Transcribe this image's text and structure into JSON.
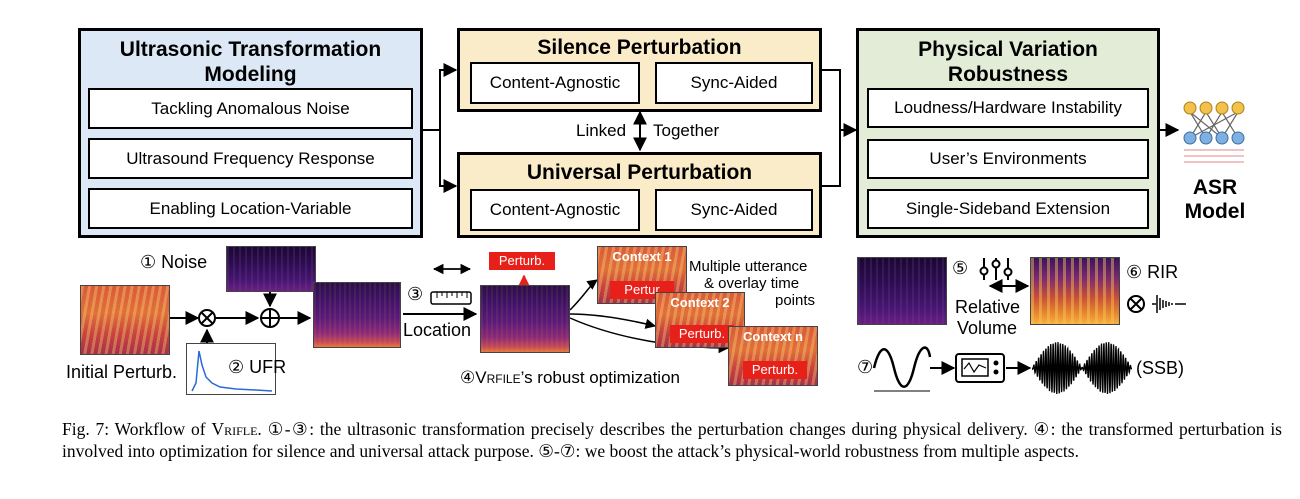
{
  "panels": {
    "utm": {
      "title": "Ultrasonic Transformation Modeling",
      "items": [
        "Tackling Anomalous Noise",
        "Ultrasound Frequency Response",
        "Enabling Location-Variable"
      ]
    },
    "silence": {
      "title": "Silence Perturbation",
      "items": [
        "Content-Agnostic",
        "Sync-Aided"
      ]
    },
    "linked_left": "Linked",
    "linked_right": "Together",
    "universal": {
      "title": "Universal Perturbation",
      "items": [
        "Content-Agnostic",
        "Sync-Aided"
      ]
    },
    "pvr": {
      "title": "Physical Variation Robustness",
      "items": [
        "Loudness/Hardware Instability",
        "User’s Environments",
        "Single-Sideband Extension"
      ]
    },
    "asr": "ASR Model"
  },
  "workflow": {
    "noise": "① Noise",
    "ufr": "② UFR",
    "initial": "Initial Perturb.",
    "location_num": "③",
    "location": "Location",
    "perturb_tag": "Perturb.",
    "context1": "Context 1",
    "context2": "Context 2",
    "contextn": "Context n",
    "perturb_short": "Pertur",
    "multi": [
      "Multiple utterance",
      "& overlay time",
      "points"
    ],
    "robust_prefix": "④",
    "robust_name": "Vrfile",
    "robust_suffix": "’s robust optimization",
    "relvol_num": "⑤",
    "relvol": [
      "Relative",
      "Volume"
    ],
    "rir": "⑥ RIR",
    "ssb_num": "⑦",
    "ssb": "(SSB)"
  },
  "caption": {
    "prefix": "Fig. 7: Workflow of ",
    "name": "Vrifle",
    "text": ". ①-③: the ultrasonic transformation precisely describes the perturbation changes during physical delivery. ④: the transformed perturbation is involved into optimization for silence and universal attack purpose. ⑤-⑦: we boost the attack’s physical-world robustness from multiple aspects."
  },
  "colors": {
    "utm_bg": "#dce8f5",
    "mid_bg": "#faecc8",
    "pvr_bg": "#e2ecd6",
    "red": "#e8201a"
  }
}
